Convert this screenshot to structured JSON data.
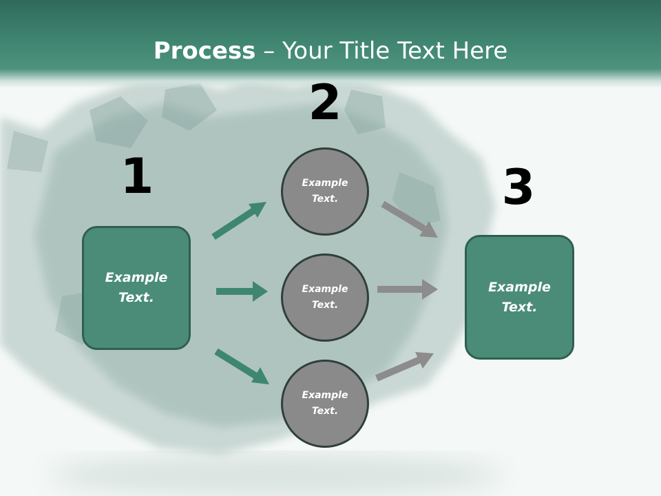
{
  "title": {
    "bold": "Process",
    "rest": " – Your Title Text Here"
  },
  "steps": [
    "1",
    "2",
    "3"
  ],
  "left_box": {
    "line1": "Example",
    "line2": "Text."
  },
  "right_box": {
    "line1": "Example",
    "line2": "Text."
  },
  "circles": [
    {
      "line1": "Example",
      "line2": "Text."
    },
    {
      "line1": "Example",
      "line2": "Text."
    },
    {
      "line1": "Example",
      "line2": "Text."
    }
  ],
  "colors": {
    "header": "#4c927c",
    "box": "#4a8c77",
    "circle": "#8a8a8a",
    "green_arrow": "#3f8672",
    "gray_arrow": "#8c8c8c"
  }
}
